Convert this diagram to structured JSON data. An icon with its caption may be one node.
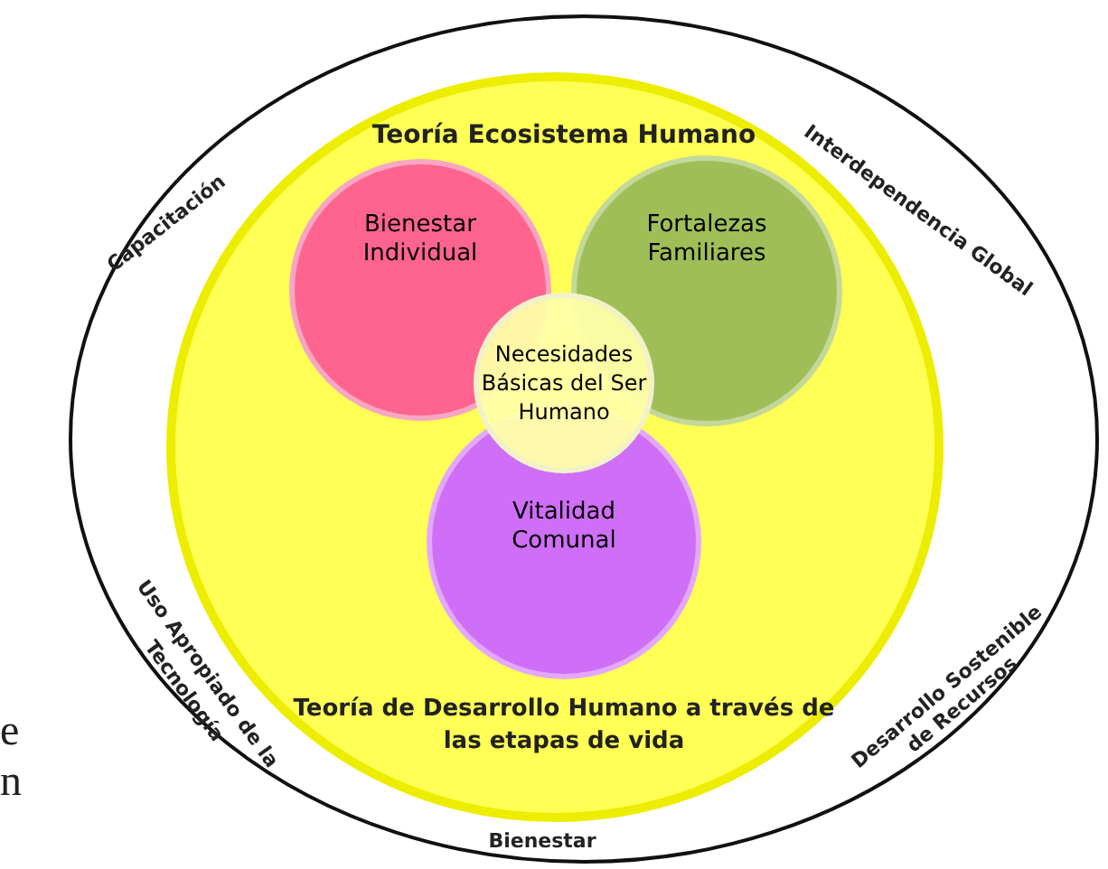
{
  "diagram": {
    "nodes": [
      {
        "text": [
          "Capacitación",
          "Interdependencia Global",
          "Uso Apropiado de la Tecnología",
          "Desarrollo Sostenible de Recursos",
          "Bienestar"
        ]
      },
      {
        "text": [
          "Teoría Ecosistema Humano",
          "Teoría de Desarrollo Humano a través de las etapas de vida"
        ],
        "in": 0
      },
      {
        "text": [
          "Bienestar Individual"
        ],
        "in": 1
      },
      {
        "text": [
          "Fortalezas Familiares"
        ],
        "in": 1
      },
      {
        "text": [
          "Vitalidad Comunal"
        ],
        "in": 1
      },
      {
        "text": [
          "Necesidades Básicas del Ser Humano"
        ],
        "in": 1
      }
    ],
    "edges": [],
    "labels": [
      "e",
      "n"
    ]
  }
}
